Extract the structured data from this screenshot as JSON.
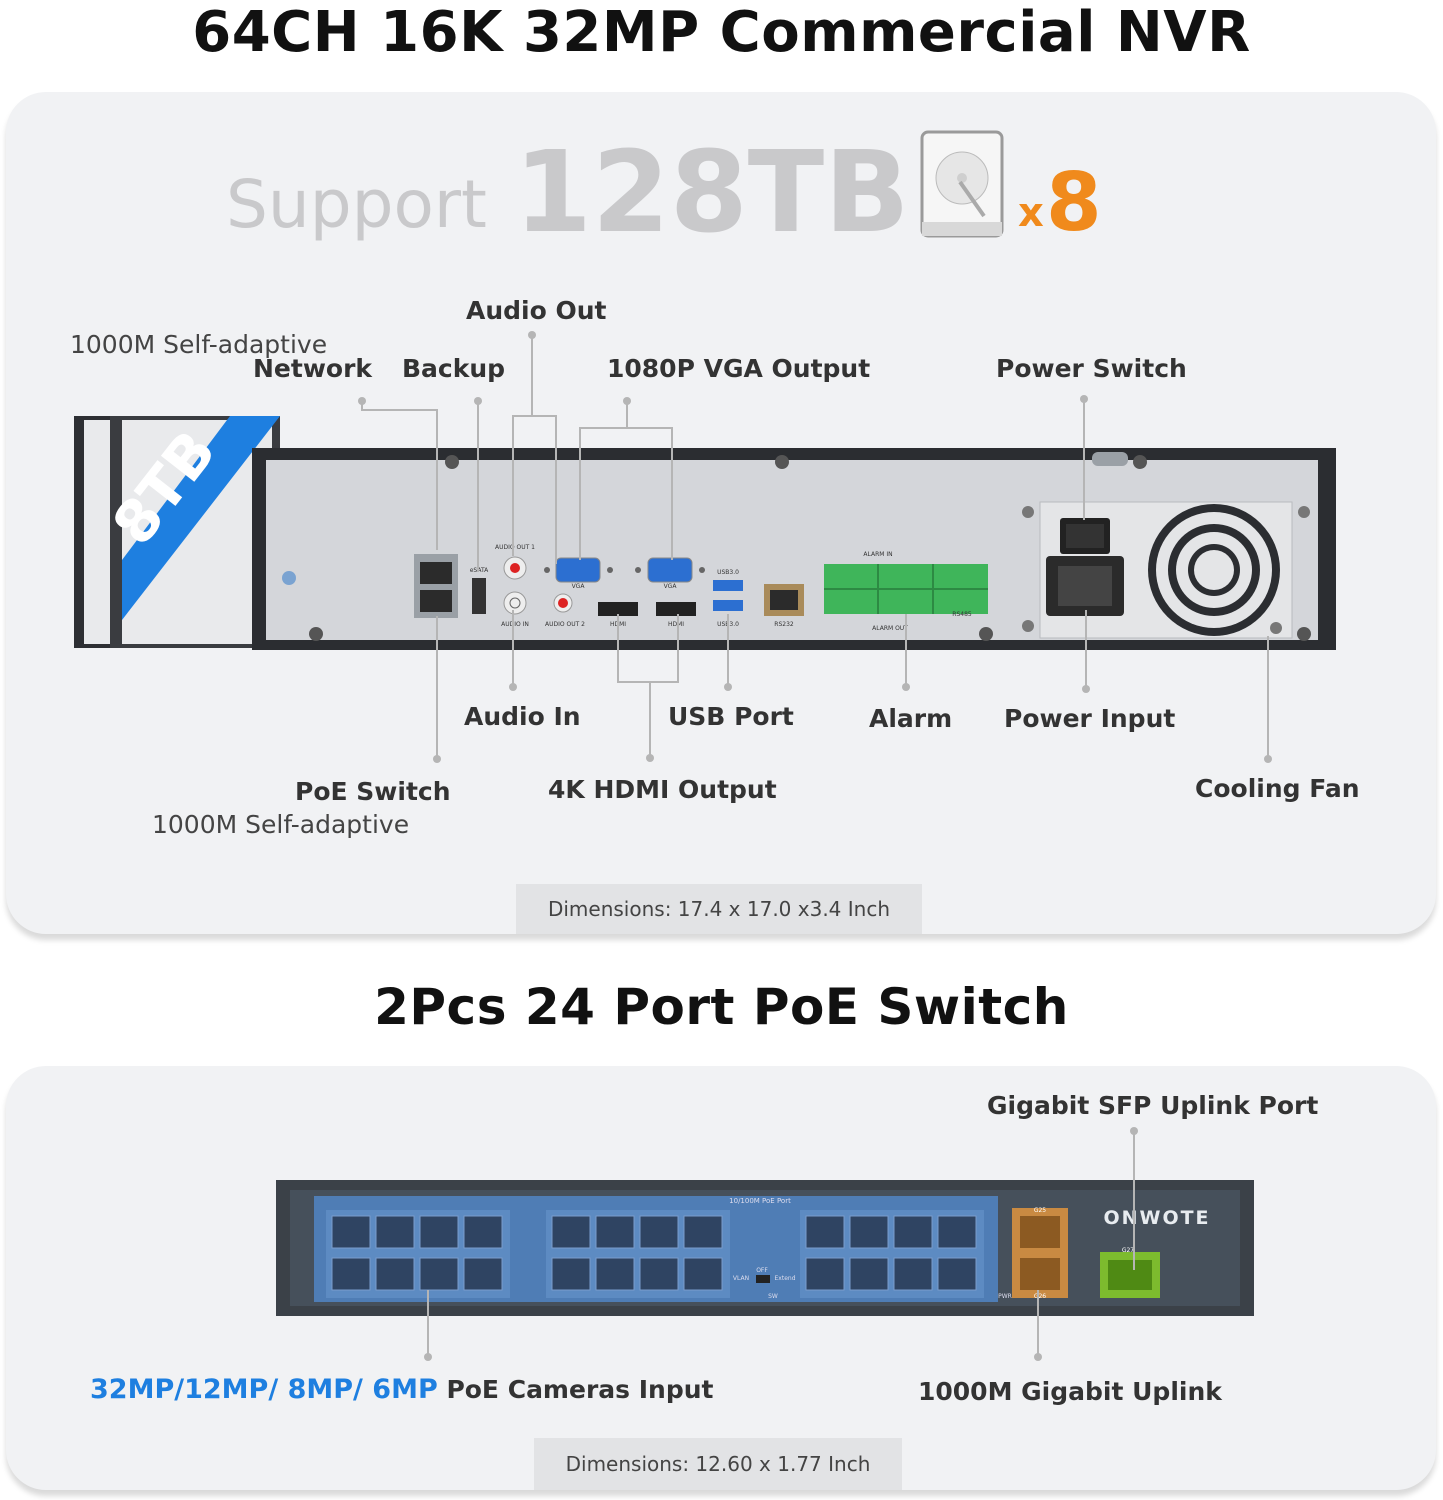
{
  "nvr": {
    "title": "64CH 16K 32MP Commercial NVR",
    "support_word": "Support",
    "capacity": "128TB",
    "hdd_multiplier_prefix": "x",
    "hdd_count": "8",
    "hdd_badge": "8TB",
    "labels": {
      "network_line1": "1000M Self-adaptive",
      "network_line2": "Network",
      "backup": "Backup",
      "audio_out": "Audio Out",
      "vga_output": "1080P VGA Output",
      "power_switch": "Power Switch",
      "audio_in": "Audio In",
      "usb_port": "USB Port",
      "alarm": "Alarm",
      "power_input": "Power Input",
      "poe_switch": "PoE Switch",
      "poe_switch_sub": "1000M Self-adaptive",
      "hdmi_output": "4K HDMI Output",
      "cooling_fan": "Cooling Fan"
    },
    "panel_marks": {
      "audio_out_1": "AUDIO OUT 1",
      "esata": "eSATA",
      "vga": "VGA",
      "usb30_top": "USB3.0",
      "usb30_bottom": "USB3.0",
      "audio_in": "AUDIO IN",
      "audio_out_2": "AUDIO OUT 2",
      "hdmi": "HDMI",
      "rs232": "RS232",
      "alarm_in": "ALARM IN",
      "alarm_out": "ALARM OUT",
      "rs485": "RS485"
    },
    "dimensions": "Dimensions: 17.4 x 17.0 x3.4 Inch"
  },
  "switch": {
    "title": "2Pcs 24 Port PoE Switch",
    "sfp_label": "Gigabit SFP Uplink Port",
    "cameras_highlight": "32MP/12MP/ 8MP/ 6MP",
    "cameras_rest": " PoE Cameras Input",
    "uplink_label": "1000M Gigabit Uplink",
    "brand": "ONWOTE",
    "port_header": "10/100M PoE Port",
    "vlan": "VLAN",
    "extend": "Extend",
    "off": "OFF",
    "sw": "SW",
    "pwr": "PWR",
    "g25": "G25",
    "g26": "G26",
    "g27": "G27",
    "dimensions": "Dimensions: 12.60 x 1.77 Inch"
  },
  "colors": {
    "orange_accent": "#f08a1c",
    "blue_accent": "#1e7fe0",
    "nvr_body": "#2b2d31",
    "nvr_plate": "#d4d6da",
    "switch_face": "#4f7db5",
    "alarm_green": "#3fb55a",
    "sfp_green": "#7dbb2e",
    "uplink_copper": "#c98a42"
  }
}
